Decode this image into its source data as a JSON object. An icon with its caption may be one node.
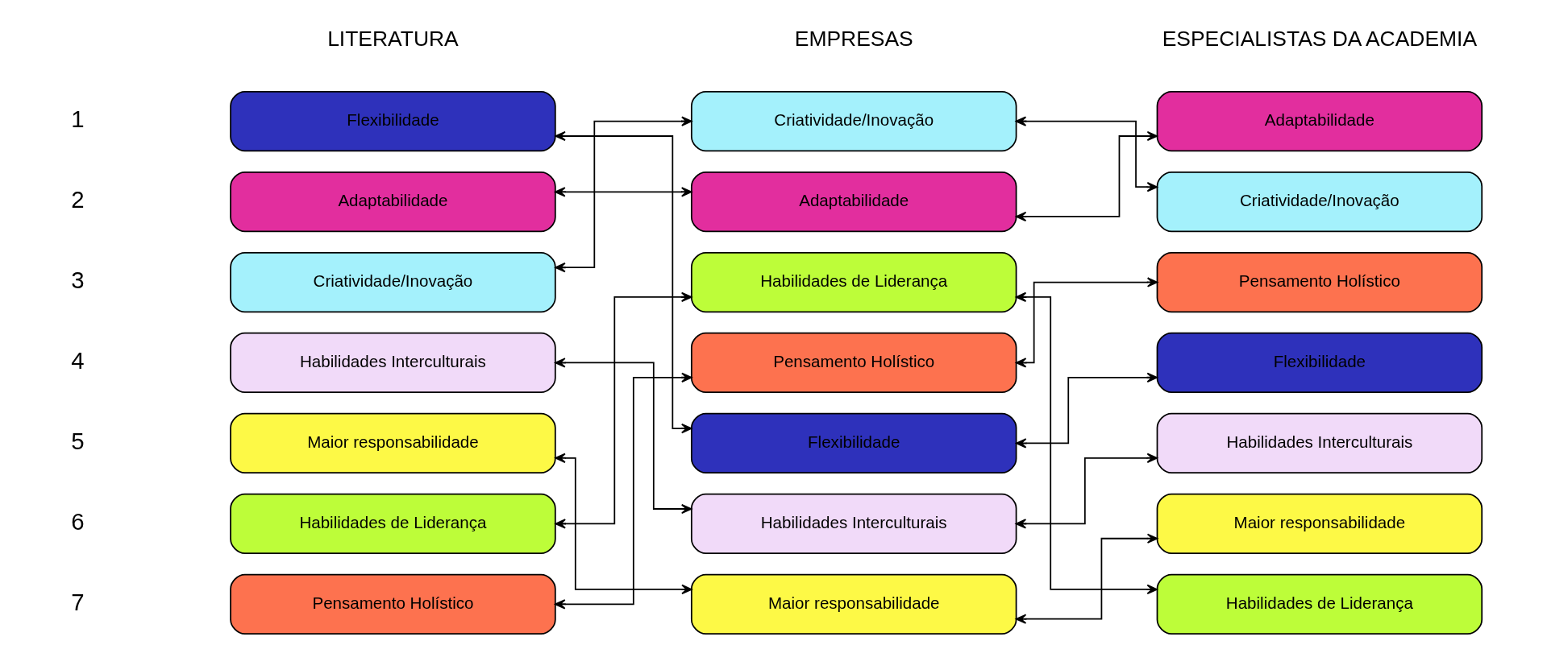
{
  "diagram": {
    "nodes": [
      {
        "text": [
          "Flexibilidade"
        ]
      },
      {
        "text": [
          "Adaptabilidade"
        ]
      },
      {
        "text": [
          "Criatividade/Inovação"
        ]
      },
      {
        "text": [
          "Habilidades Interculturais"
        ]
      },
      {
        "text": [
          "Maior responsabilidade"
        ]
      },
      {
        "text": [
          "Habilidades de Liderança"
        ]
      },
      {
        "text": [
          "Pensamento Holístico"
        ]
      },
      {
        "text": [
          "Criatividade/Inovação"
        ]
      },
      {
        "text": [
          "Adaptabilidade"
        ]
      },
      {
        "text": [
          "Habilidades de Liderança"
        ]
      },
      {
        "text": [
          "Pensamento Holístico"
        ]
      },
      {
        "text": [
          "Flexibilidade"
        ]
      },
      {
        "text": [
          "Habilidades Interculturais"
        ]
      },
      {
        "text": [
          "Maior responsabilidade"
        ]
      },
      {
        "text": [
          "Adaptabilidade"
        ]
      },
      {
        "text": [
          "Criatividade/Inovação"
        ]
      },
      {
        "text": [
          "Pensamento Holístico"
        ]
      },
      {
        "text": [
          "Flexibilidade"
        ]
      },
      {
        "text": [
          "Habilidades Interculturais"
        ]
      },
      {
        "text": [
          "Maior responsabilidade"
        ]
      },
      {
        "text": [
          "Habilidades de Liderança"
        ]
      }
    ],
    "edges": [
      {
        "from": 0,
        "to": 11,
        "arrow": "both"
      },
      {
        "from": 1,
        "to": 8,
        "arrow": "both"
      },
      {
        "from": 2,
        "to": 7,
        "arrow": "both"
      },
      {
        "from": 3,
        "to": 12,
        "arrow": "both"
      },
      {
        "from": 4,
        "to": 13,
        "arrow": "both"
      },
      {
        "from": 5,
        "to": 9,
        "arrow": "both"
      },
      {
        "from": 6,
        "to": 10,
        "arrow": "both"
      },
      {
        "from": 7,
        "to": 15,
        "arrow": "both"
      },
      {
        "from": 8,
        "to": 14,
        "arrow": "both"
      },
      {
        "from": 9,
        "to": 20,
        "arrow": "both"
      },
      {
        "from": 10,
        "to": 16,
        "arrow": "both"
      },
      {
        "from": 11,
        "to": 17,
        "arrow": "both"
      },
      {
        "from": 12,
        "to": 18,
        "arrow": "both"
      },
      {
        "from": 13,
        "to": 19,
        "arrow": "both"
      }
    ],
    "labels": [
      "LITERATURA",
      "EMPRESAS",
      "ESPECIALISTAS DA ACADEMIA",
      "1",
      "2",
      "3",
      "4",
      "5",
      "6",
      "7"
    ]
  }
}
